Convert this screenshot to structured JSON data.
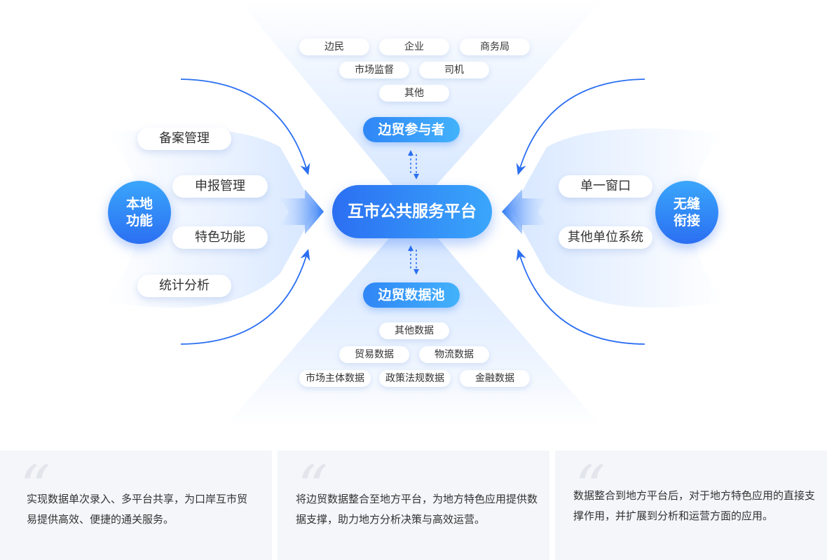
{
  "hub": {
    "label": "互市公共服务平台"
  },
  "participants": {
    "title": "边贸参与者",
    "items": [
      "边民",
      "企业",
      "商务局",
      "市场监督",
      "司机",
      "其他"
    ]
  },
  "data_pool": {
    "title": "边贸数据池",
    "items": [
      "其他数据",
      "贸易数据",
      "物流数据",
      "市场主体数据",
      "政策法规数据",
      "金融数据"
    ]
  },
  "local": {
    "circle_line1": "本地",
    "circle_line2": "功能",
    "items": [
      "备案管理",
      "申报管理",
      "特色功能",
      "统计分析"
    ]
  },
  "seamless": {
    "circle_line1": "无缝",
    "circle_line2": "衔接",
    "items": [
      "单一窗口",
      "其他单位系统"
    ]
  },
  "cards": [
    {
      "text": "实现数据单次录入、多平台共享，为口岸互市贸易提供高效、便捷的通关服务。"
    },
    {
      "text": "将边贸数据整合至地方平台，为地方特色应用提供数据支撑，助力地方分析决策与高效运营。"
    },
    {
      "text": "数据整合到地方平台后，对于地方特色应用的直接支撑作用，并扩展到分析和运营方面的应用。"
    }
  ],
  "colors": {
    "primary": "#2b6ff2",
    "accent": "#3aa6fb",
    "light_fan": "#e4efff"
  }
}
